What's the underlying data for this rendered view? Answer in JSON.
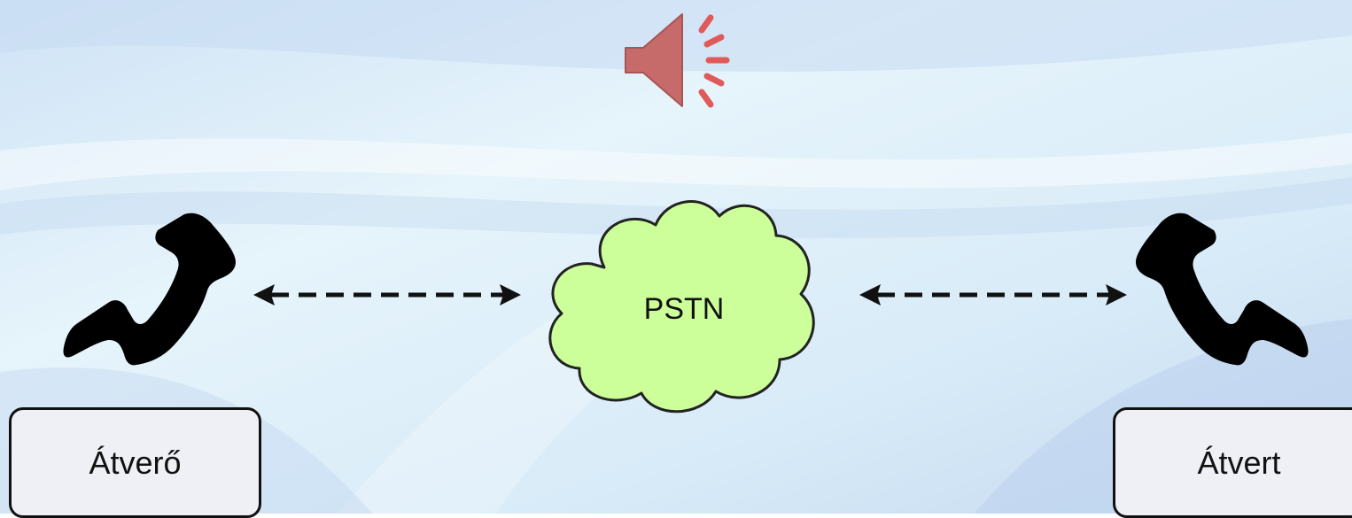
{
  "diagram": {
    "network_label": "PSTN",
    "left_party": {
      "label": "Átverő",
      "icon": "phone-handset-icon"
    },
    "right_party": {
      "label": "Átvert",
      "icon": "phone-handset-icon"
    },
    "audio_icon": "speaker-icon",
    "connections": [
      {
        "from": "Átverő",
        "to": "PSTN",
        "style": "dashed",
        "direction": "bidirectional"
      },
      {
        "from": "PSTN",
        "to": "Átvert",
        "style": "dashed",
        "direction": "bidirectional"
      }
    ]
  },
  "colors": {
    "background": "#dfeff9",
    "cloud_fill": "#ccff99",
    "speaker_fill": "#c76a6a",
    "speaker_accent": "#e05a5a",
    "box_fill": "#eef0f5",
    "stroke": "#111111"
  }
}
